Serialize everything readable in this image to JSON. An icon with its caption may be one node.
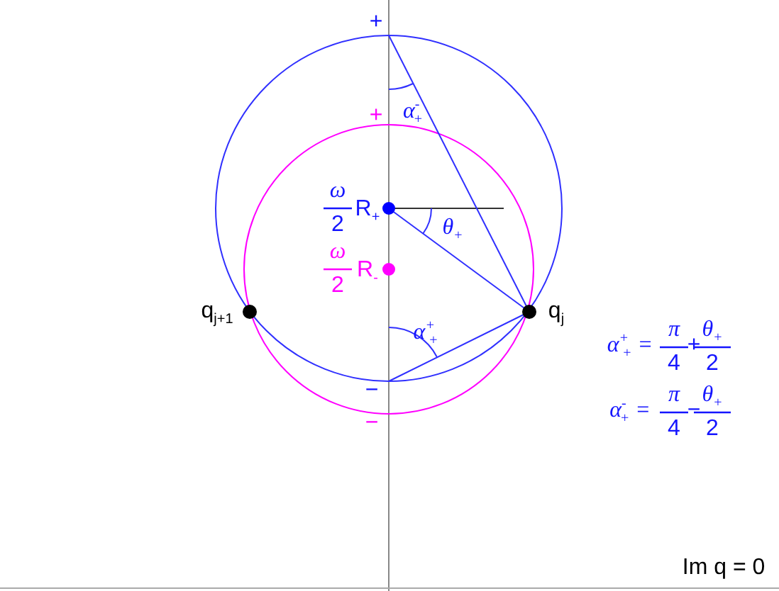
{
  "diagram": {
    "labels": [
      "+",
      "+",
      "α$^{-}$$_{+}$",
      "ω",
      "2",
      "R$_{+}$",
      "θ$_{+}$",
      "ω",
      "2",
      "R$_{-}$",
      "q$_{j+1}$",
      "q$_{j}$",
      "α$^{+}$$_{+}$",
      "α$^{+}$$_{+}$ =",
      "π",
      "4",
      "+",
      "θ$_{+}$",
      "2",
      "−",
      "−",
      "α$^{-}$$_{+}$ =",
      "π",
      "4",
      "−",
      "θ$_{+}$",
      "2",
      "Im q = 0"
    ]
  }
}
